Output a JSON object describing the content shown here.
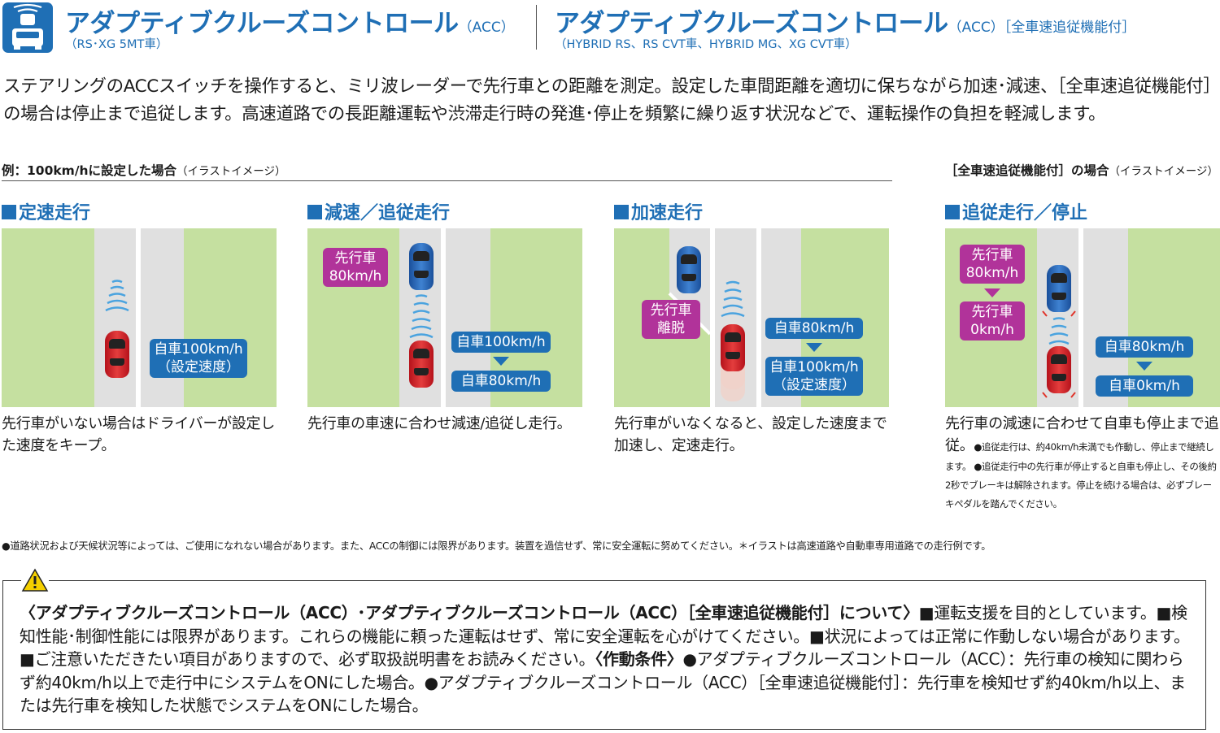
{
  "header": {
    "left": {
      "title": "アダプティブクルーズコントロール",
      "title_suffix": "（ACC）",
      "subtitle": "（RS･XG 5MT車）"
    },
    "right": {
      "title": "アダプティブクルーズコントロール",
      "title_suffix": "（ACC）［全車速追従機能付］",
      "subtitle": "（HYBRID RS、RS CVT車、HYBRID MG、XG CVT車）"
    },
    "icon": "acc-radar-car-icon"
  },
  "intro": "ステアリングのACCスイッチを操作すると、ミリ波レーダーで先行車との距離を測定。設定した車間距離を適切に保ちながら加速･減速、［全車速追従機能付］の場合は停止まで追従します。高速道路での長距離運転や渋滞走行時の発進･停止を頻繁に繰り返す状況などで、運転操作の負担を軽減します。",
  "example_label": {
    "main": "例：100km/hに設定した場合",
    "note": "（イラストイメージ）"
  },
  "full_speed_label": {
    "main": "［全車速追従機能付］の場合",
    "note": "（イラストイメージ）"
  },
  "scenes": [
    {
      "title": "定速走行",
      "labels": {
        "self_line1": "自車100km/h",
        "self_line2": "（設定速度）"
      },
      "caption": "先行車がいない場合はドライバーが設定した速度をキープ。"
    },
    {
      "title": "減速／追従走行",
      "labels": {
        "lead_line1": "先行車",
        "lead_line2": "80km/h",
        "from": "自車100km/h",
        "to": "自車80km/h"
      },
      "caption": "先行車の車速に合わせ減速/追従し走行。"
    },
    {
      "title": "加速走行",
      "labels": {
        "lead_line1": "先行車",
        "lead_line2": "離脱",
        "from": "自車80km/h",
        "to_line1": "自車100km/h",
        "to_line2": "（設定速度）"
      },
      "caption": "先行車がいなくなると、設定した速度まで加速し、定速走行。"
    },
    {
      "title": "追従走行／停止",
      "labels": {
        "lead_from_line1": "先行車",
        "lead_from_line2": "80km/h",
        "lead_to_line1": "先行車",
        "lead_to_line2": "0km/h",
        "from": "自車80km/h",
        "to": "自車0km/h"
      },
      "caption": "先行車の減速に合わせて自車も停止まで追従。",
      "caption_note": "●追従走行は、約40km/h未満でも作動し、停止まで継続します。 ●追従走行中の先行車が停止すると自車も停止し、その後約2秒でブレーキは解除されます。停止を続ける場合は、必ずブレーキペダルを踏んでください。"
    }
  ],
  "footnote": "●道路状況および天候状況等によっては、ご使用になれない場合があります。また、ACCの制御には限界があります。装置を過信せず、常に安全運転に努めてください。＊イラストは高速道路や自動車専用道路での走行例です。",
  "warning": {
    "icon": "warning-triangle-icon",
    "bold1": "〈アダプティブクルーズコントロール（ACC）･アダプティブクルーズコントロール（ACC）［全車速追従機能付］について〉",
    "text1": "■運転支援を目的としています。■検知性能･制御性能には限界があります。これらの機能に頼った運転はせず、常に安全運転を心がけてください。■状況によっては正常に作動しない場合があります。■ご注意いただきたい項目がありますので、必ず取扱説明書をお読みください。",
    "bold2": "〈作動条件〉",
    "text2": "●アダプティブクルーズコントロール（ACC）：先行車の検知に関わらず約40km/h以上で走行中にシステムをONにした場合。●アダプティブクルーズコントロール（ACC）［全車速追従機能付］：先行車を検知せず約40km/h以上、または先行車を検知した状態でシステムをONにした場合。"
  },
  "colors": {
    "accent_blue": "#1f6fb5",
    "lead_pink": "#b1339a",
    "grass": "#c5e0a0",
    "road": "#e0e0e0",
    "self_car_red": "#d42a2a",
    "lead_car_blue": "#2f6fc0"
  }
}
